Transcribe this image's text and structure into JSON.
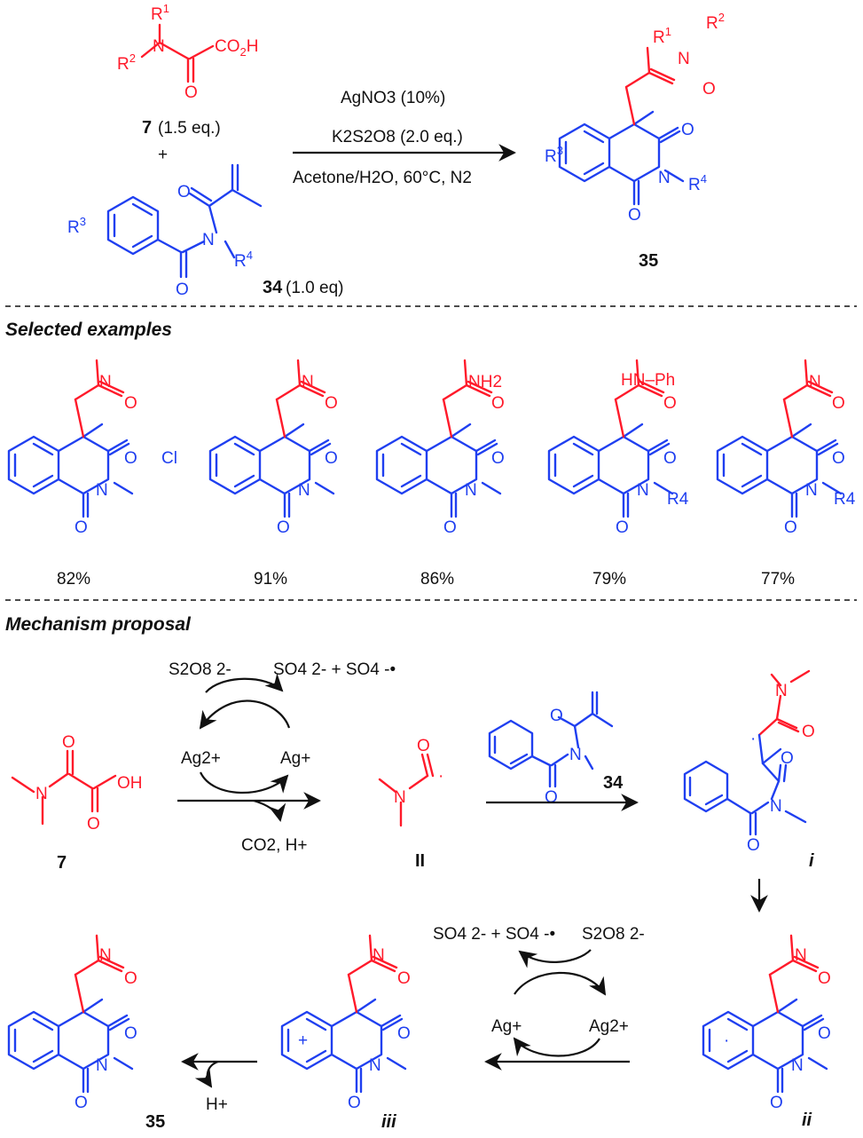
{
  "reaction": {
    "reagent_line1": "AgNO3 (10%)",
    "reagent_line2": "K2S2O8 (2.0 eq.)",
    "conditions": "Acetone/H2O, 60°C, N2",
    "compound7_label": "7",
    "compound7_eq": "(1.5 eq.)",
    "plus": "+",
    "compound34_label": "34",
    "compound34_eq": "(1.0 eq)",
    "product_label": "35"
  },
  "sections": {
    "examples_title": "Selected examples",
    "mechanism_title": "Mechanism proposal"
  },
  "examples": [
    {
      "yield": "82%"
    },
    {
      "yield": "91%",
      "substituent": "Cl"
    },
    {
      "yield": "86%",
      "amide": "NH2"
    },
    {
      "yield": "79%",
      "amide": "HN–Ph",
      "n_sub": "R4"
    },
    {
      "yield": "77%",
      "n_sub": "R4"
    }
  ],
  "mechanism": {
    "oxidant": "S2O8 2-",
    "oxidant_products": "SO4 2- + SO4 -•",
    "ag_high": "Ag2+",
    "ag_low": "Ag+",
    "byproducts": "CO2, H+",
    "acid_label": "7",
    "radical_label": "II",
    "substrate_label": "34",
    "intermediate_i": "i",
    "intermediate_ii": "ii",
    "intermediate_iii": "iii",
    "proton": "H+",
    "final_label": "35"
  },
  "colors": {
    "reagent": "#ff1a2a",
    "scaffold": "#1f3ff0",
    "text": "#111111"
  }
}
